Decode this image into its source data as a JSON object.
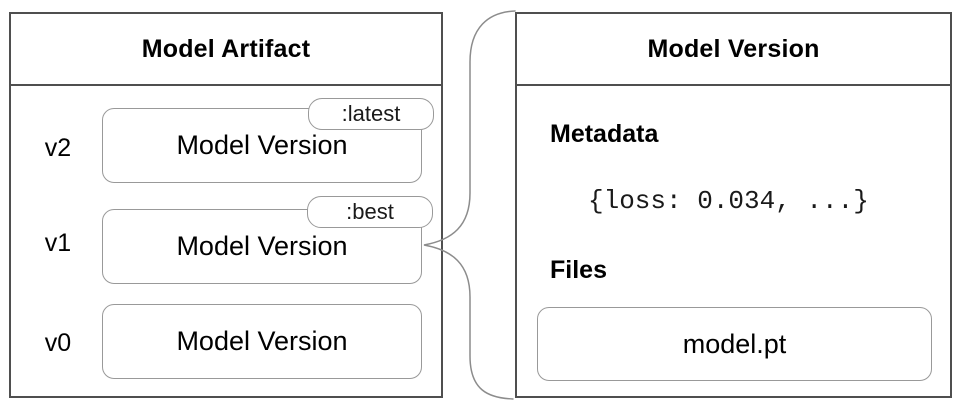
{
  "left_panel": {
    "title": "Model Artifact",
    "rows": [
      {
        "version": "v2",
        "label": "Model Version",
        "alias": ":latest"
      },
      {
        "version": "v1",
        "label": "Model Version",
        "alias": ":best"
      },
      {
        "version": "v0",
        "label": "Model Version"
      }
    ]
  },
  "right_panel": {
    "title": "Model Version",
    "metadata_heading": "Metadata",
    "metadata_value": "{loss: 0.034, ...}",
    "files_heading": "Files",
    "file_name": "model.pt"
  },
  "connector": {
    "type": "curly-brace",
    "from": "v1 Model Version box",
    "to": "Model Version detail panel"
  },
  "colors": {
    "panel_border": "#4f4f4f",
    "box_border": "#999999",
    "connector": "#8c8c8c",
    "text": "#000000",
    "background": "#ffffff"
  }
}
